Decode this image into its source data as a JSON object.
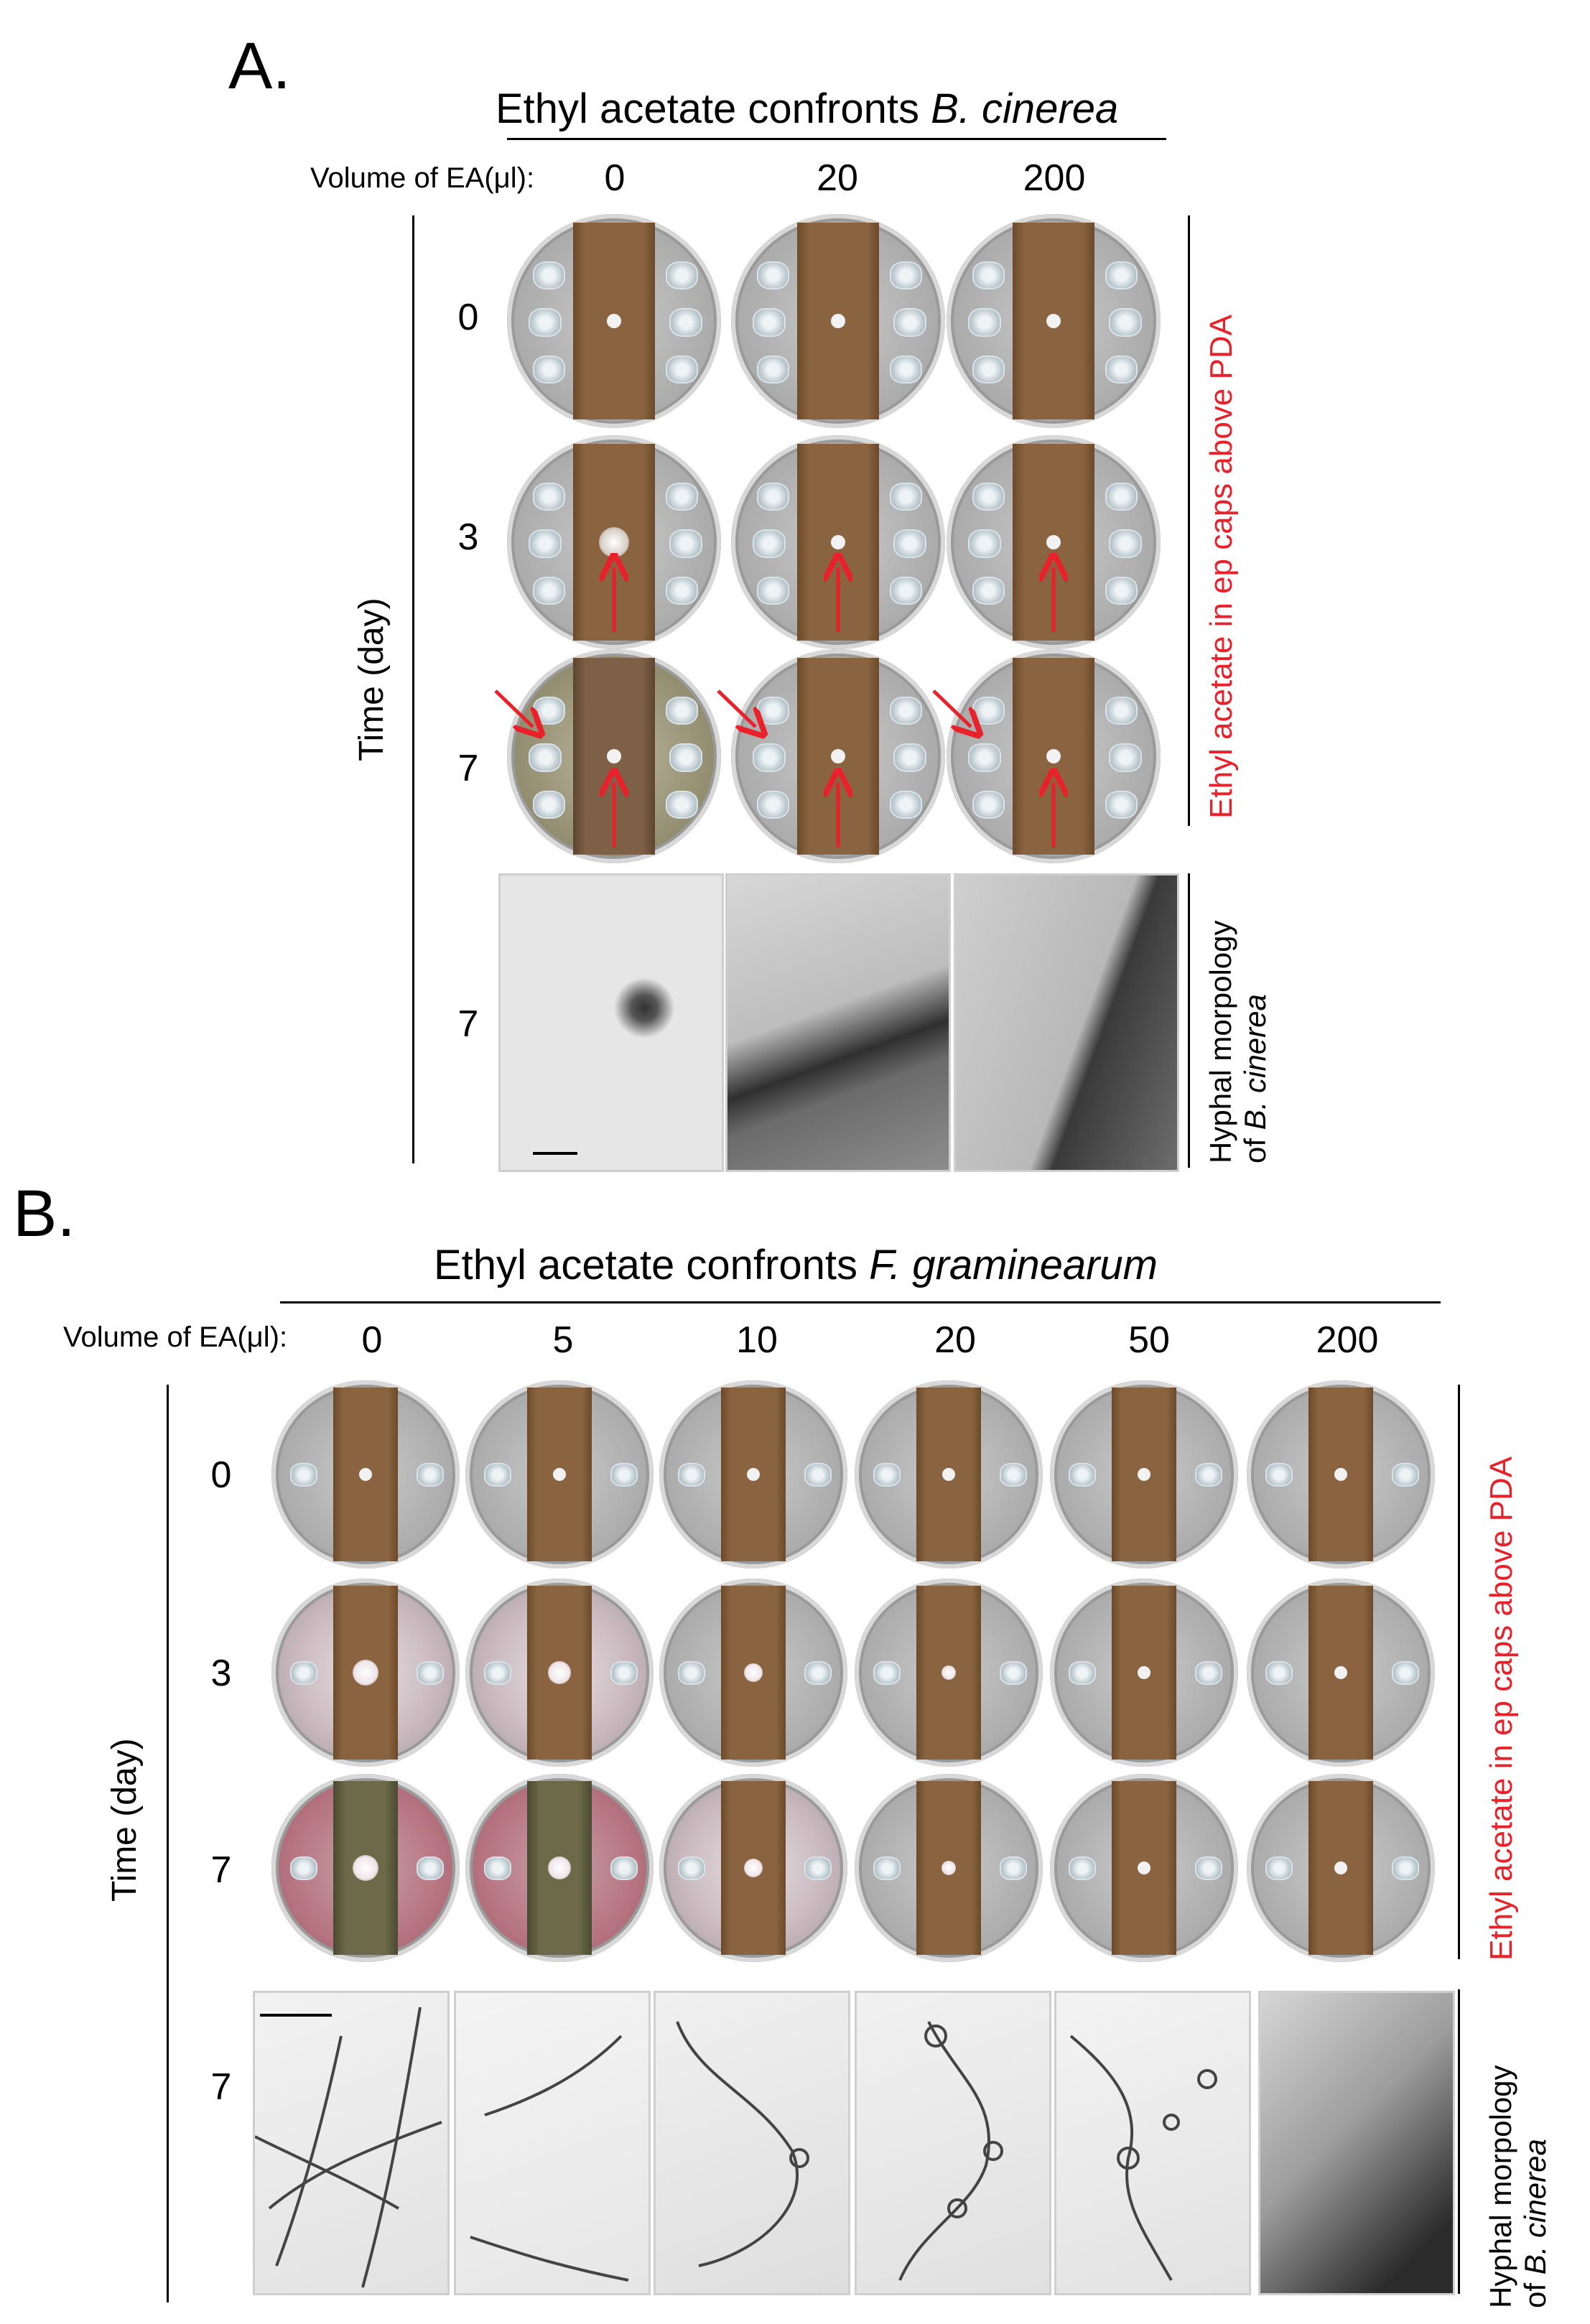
{
  "panelA": {
    "letter": "A.",
    "title_prefix": "Ethyl acetate confronts ",
    "title_species": "B. cinerea",
    "volume_label": "Volume of EA(μl):",
    "volumes": [
      "0",
      "20",
      "200"
    ],
    "days": [
      "0",
      "3",
      "7",
      "7"
    ],
    "y_axis_label": "Time (day)",
    "side_label_red": "Ethyl acetate in ep caps above PDA",
    "side_label_morph_line1": "Hyphal morpology",
    "side_label_morph_prefix": "of ",
    "side_label_morph_species": "B. cinerea"
  },
  "panelB": {
    "letter": "B.",
    "title_prefix": "Ethyl acetate confronts ",
    "title_species": "F. graminearum",
    "volume_label": "Volume of EA(μl):",
    "volumes": [
      "0",
      "5",
      "10",
      "20",
      "50",
      "200"
    ],
    "days": [
      "0",
      "3",
      "7",
      "7"
    ],
    "y_axis_label": "Time (day)",
    "side_label_red": "Ethyl acetate in ep caps above PDA",
    "side_label_morph_line1": "Hyphal morpology",
    "side_label_morph_prefix": "of ",
    "side_label_morph_species": "B. cinerea"
  },
  "colors": {
    "red_annotation": "#e8212b",
    "agar_strip": "#8a6440",
    "plate_background": "#a9a9a9"
  }
}
